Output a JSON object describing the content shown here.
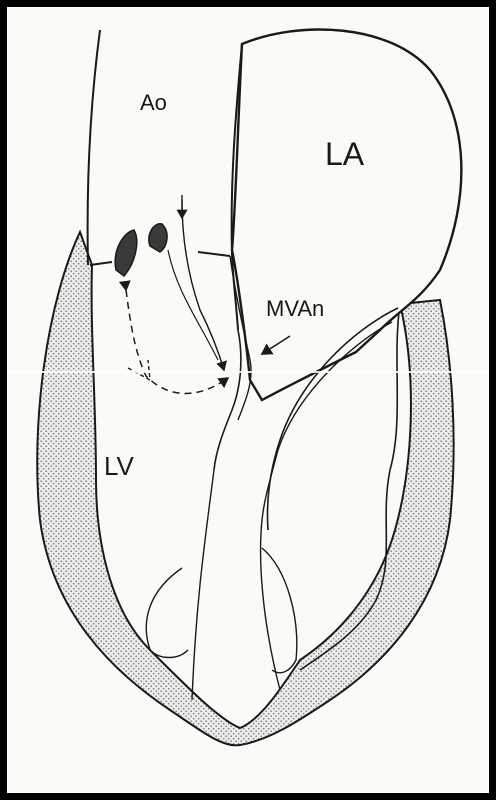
{
  "figure": {
    "labels": {
      "aorta": "Ao",
      "left_atrium": "LA",
      "mitral_valve_annulus": "MVAn",
      "left_ventricle": "LV"
    },
    "colors": {
      "ink": "#1a1a1a",
      "paper": "#fbfaf7",
      "frame": "#000000",
      "myocardium_stipple": "#8a8a8a"
    }
  }
}
